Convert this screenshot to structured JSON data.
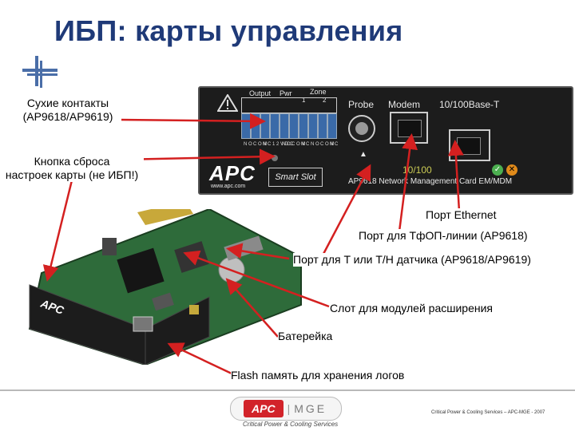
{
  "slide": {
    "title": "ИБП: карты управления"
  },
  "labels": {
    "dry_contacts": "Сухие контакты",
    "dry_contacts_models": "(AP9618/AP9619)",
    "reset_button_1": "Кнопка сброса",
    "reset_button_2": "настроек карты (не ИБП!)",
    "ethernet": "Порт Ethernet",
    "phone_port": "Порт для ТфОП-линии (AP9618)",
    "probe_port": "Порт для T или T/H датчика (AP9618/AP9619)",
    "expansion_slot": "Слот для модулей расширения",
    "battery": "Батерейка",
    "flash": "Flash память для хранения логов"
  },
  "faceplate": {
    "output": "Output",
    "pwr": "Pwr",
    "zone": "Zone",
    "zone_1": "1",
    "zone_2": "2",
    "probe": "Probe",
    "modem": "Modem",
    "base_t": "10/100Base-T",
    "speed": "10/100",
    "apc": "APC",
    "smartslot": "Smart Slot",
    "url": "www.apc.com",
    "model_line": "AP9618 Network Management Card EM/MDM",
    "pin_labels": [
      "N O",
      "C O M",
      "N C",
      "1 2 V D C",
      "N O",
      "C O M",
      "N C",
      "N O",
      "C O M",
      "N C"
    ]
  },
  "footer": {
    "brand_apc": "APC",
    "brand_mge": "MGE",
    "tagline": "Critical Power & Cooling Services",
    "copyright": "Critical Power & Cooling Services – APC-MGE - 2007"
  },
  "colors": {
    "title": "#1f3a78",
    "arrow": "#d42020",
    "brand_red": "#d2232a",
    "accent_blue": "#4a6ea8"
  }
}
